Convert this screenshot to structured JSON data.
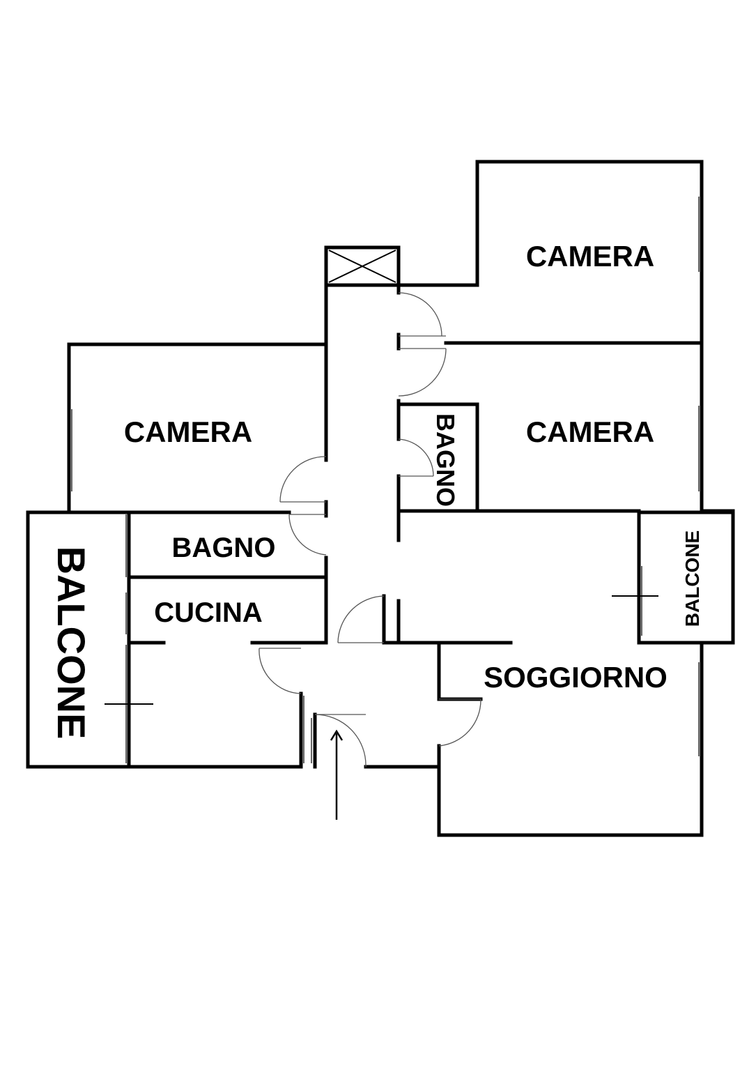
{
  "floor_plan": {
    "colors": {
      "background": "#ffffff",
      "wall": "#000000",
      "door_swing": "#555555"
    },
    "rooms": {
      "camera_top_right": "CAMERA",
      "camera_left": "CAMERA",
      "camera_right": "CAMERA",
      "bagno_small": "BAGNO",
      "bagno_left": "BAGNO",
      "cucina": "CUCINA",
      "balcone_left": "BALCONE",
      "balcone_right": "BALCONE",
      "soggiorno": "SOGGIORNO"
    },
    "icons": {
      "shaft": "shaft-cross-icon",
      "entrance": "entrance-arrow-icon"
    }
  }
}
